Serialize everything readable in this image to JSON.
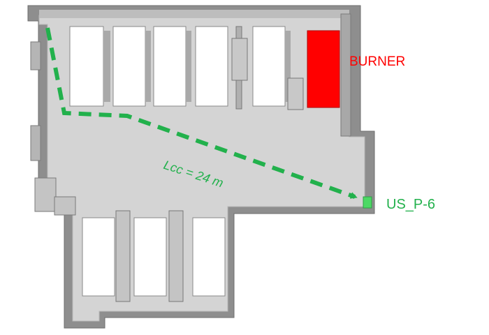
{
  "labels": {
    "burner": "BURNER",
    "exit": "US_P-6",
    "path_length": "Lcc = 24 m"
  },
  "colors": {
    "burner": "#ff0000",
    "escape_path": "#22b14c",
    "exit_marker": "#4cd964",
    "floor": "#d4d4d4",
    "wall": "#8e8e8e",
    "partition": "#ffffff"
  }
}
